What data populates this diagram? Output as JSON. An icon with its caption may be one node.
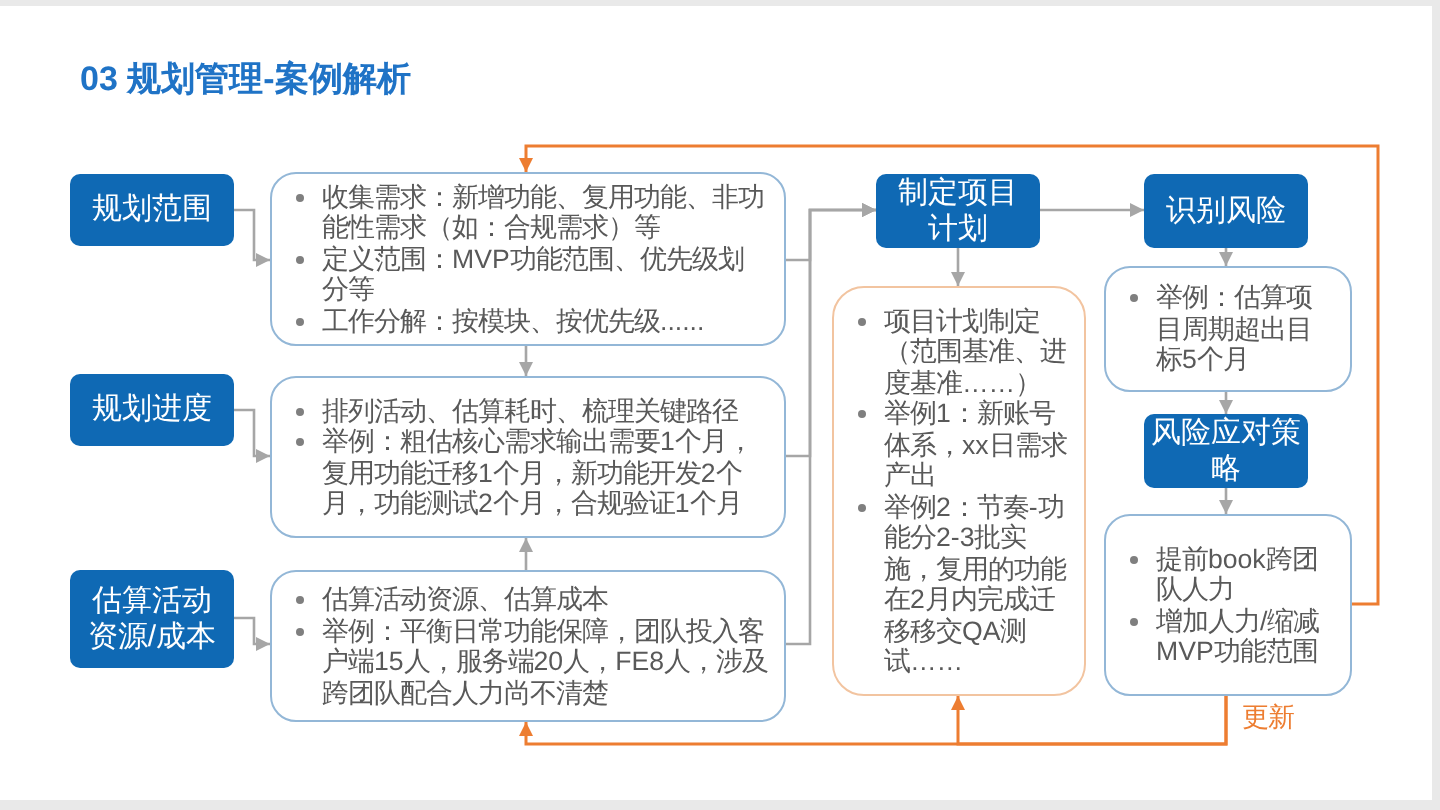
{
  "diagram": {
    "title": "03 规划管理-案例解析",
    "nodes": [
      {
        "text": [
          "规划范围"
        ]
      },
      {
        "text": [
          "收集需求：新增功能、复用功能、非功能性需求（如：合规需求）等",
          "定义范围：MVP功能范围、优先级划分等",
          "工作分解：按模块、按优先级......"
        ]
      },
      {
        "text": [
          "规划进度"
        ]
      },
      {
        "text": [
          "排列活动、估算耗时、梳理关键路径",
          "举例：粗估核心需求输出需要1个月，复用功能迁移1个月，新功能开发2个月，功能测试2个月，合规验证1个月"
        ]
      },
      {
        "text": [
          "估算活动资源/成本"
        ]
      },
      {
        "text": [
          "估算活动资源、估算成本",
          "举例：平衡日常功能保障，团队投入客户端15人，服务端20人，FE8人，涉及跨团队配合人力尚不清楚"
        ]
      },
      {
        "text": [
          "制定项目计划"
        ]
      },
      {
        "text": [
          "项目计划制定（范围基准、进度基准……）",
          "举例1：新账号体系，xx日需求产出",
          "举例2：节奏-功能分2-3批实施，复用的功能在2月内完成迁移移交QA测试……"
        ]
      },
      {
        "text": [
          "识别风险"
        ]
      },
      {
        "text": [
          "举例：估算项目周期超出目标5个月"
        ]
      },
      {
        "text": [
          "风险应对策略"
        ]
      },
      {
        "text": [
          "提前book跨团队人力",
          "增加人力/缩减MVP功能范围"
        ]
      }
    ],
    "edges": [
      {
        "from": 0,
        "to": 1,
        "arrow": "to"
      },
      {
        "from": 2,
        "to": 3,
        "arrow": "to"
      },
      {
        "from": 4,
        "to": 5,
        "arrow": "to"
      },
      {
        "from": 1,
        "to": 3,
        "arrow": "to"
      },
      {
        "from": 5,
        "to": 3,
        "arrow": "to"
      },
      {
        "from": 1,
        "to": 6,
        "arrow": "to"
      },
      {
        "from": 3,
        "to": 6,
        "arrow": "to"
      },
      {
        "from": 5,
        "to": 6,
        "arrow": "to"
      },
      {
        "from": 6,
        "to": 8,
        "arrow": "to"
      },
      {
        "from": 6,
        "to": 7,
        "arrow": "to"
      },
      {
        "from": 8,
        "to": 9,
        "arrow": "to"
      },
      {
        "from": 9,
        "to": 10,
        "arrow": "to"
      },
      {
        "from": 10,
        "to": 11,
        "arrow": "to"
      },
      {
        "from": 11,
        "to": 1,
        "arrow": "to",
        "color": "#ed7d31"
      },
      {
        "from": 11,
        "to": 5,
        "arrow": "to",
        "label": "更新",
        "color": "#ed7d31"
      },
      {
        "from": 11,
        "to": 7,
        "arrow": "to",
        "color": "#ed7d31"
      }
    ]
  }
}
